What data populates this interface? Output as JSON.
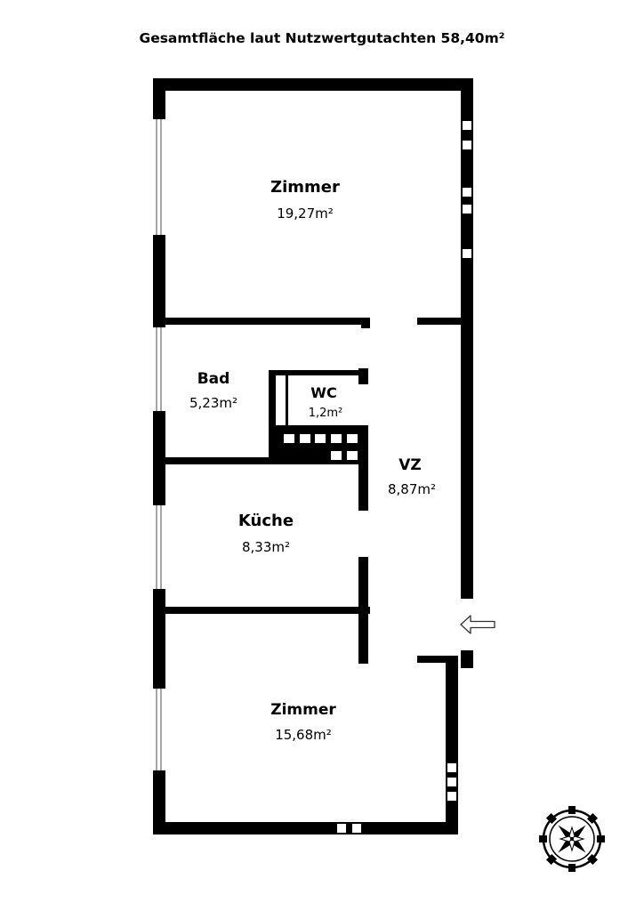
{
  "title": "Gesamtfläche laut Nutzwertgutachten 58,40m²",
  "rooms": [
    {
      "name": "Zimmer",
      "area": "19,27m²"
    },
    {
      "name": "Bad",
      "area": "5,23m²"
    },
    {
      "name": "WC",
      "area": "1,2m²"
    },
    {
      "name": "VZ",
      "area": "8,87m²"
    },
    {
      "name": "Küche",
      "area": "8,33m²"
    },
    {
      "name": "Zimmer",
      "area": "15,68m²"
    }
  ],
  "icons": {
    "entrance": "entrance-arrow-icon",
    "compass": "compass-rose-icon"
  },
  "colors": {
    "wall": "#000000",
    "window": "#888888",
    "background": "#ffffff"
  }
}
